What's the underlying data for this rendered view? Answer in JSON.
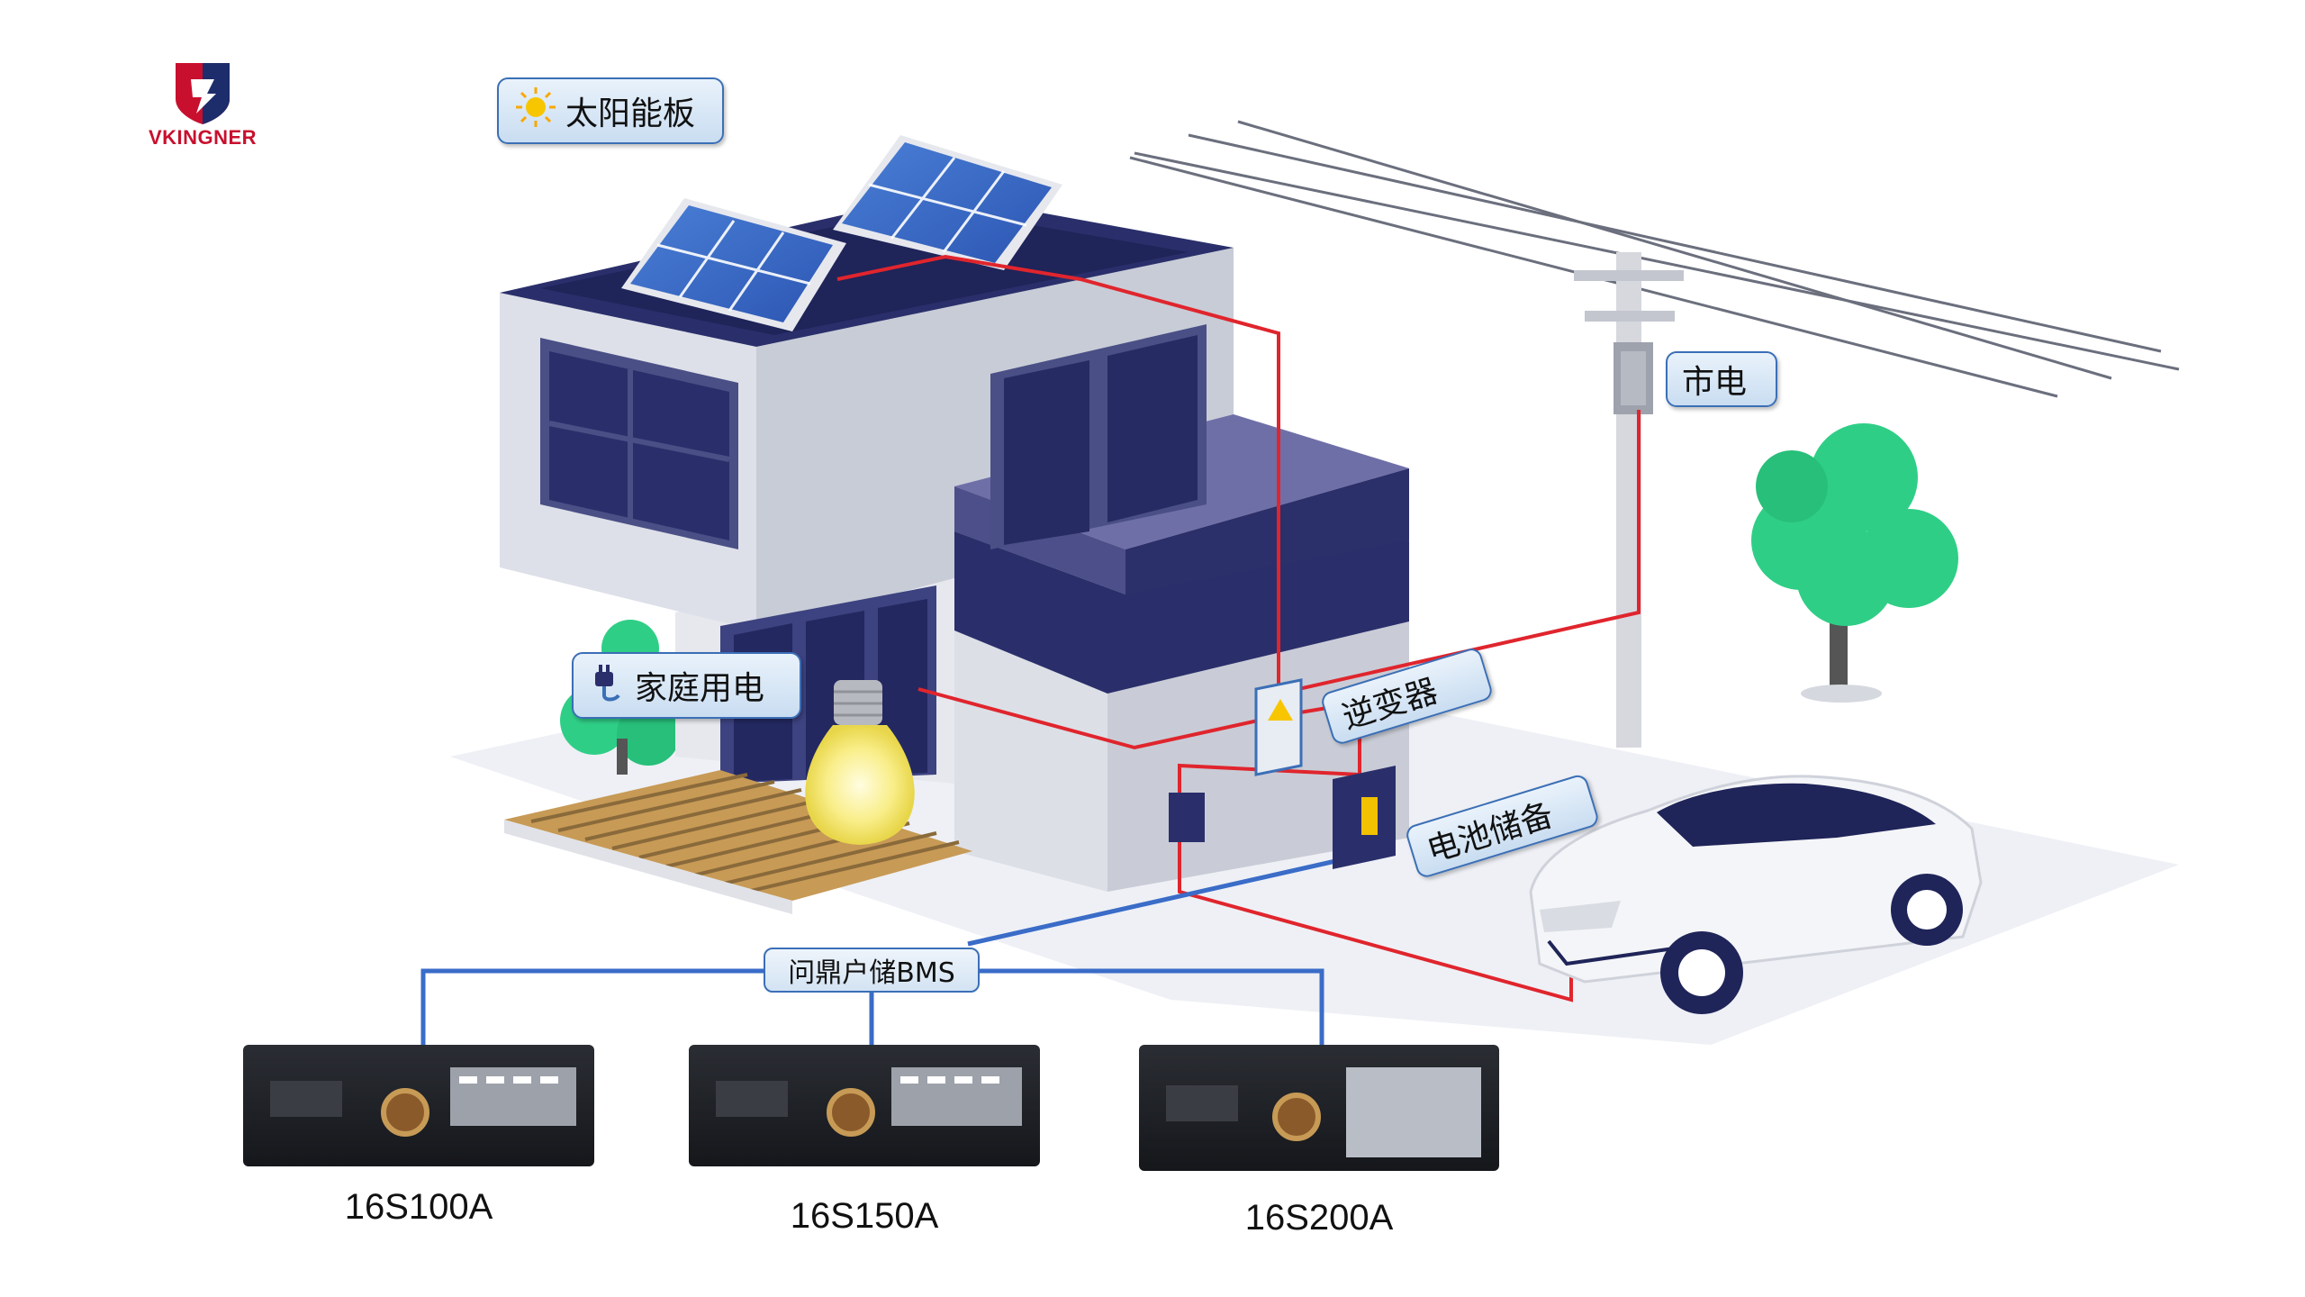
{
  "brand": {
    "name": "VKINGNER",
    "colors": {
      "red": "#c8102e",
      "navy": "#1d2c6b"
    }
  },
  "labels": {
    "solar": "太阳能板",
    "grid": "市电",
    "household": "家庭用电",
    "inverter": "逆变器",
    "battery": "电池储备",
    "bms": "问鼎户储BMS"
  },
  "products": [
    {
      "model": "16S100A"
    },
    {
      "model": "16S150A"
    },
    {
      "model": "16S200A"
    }
  ],
  "colors": {
    "power_line": "#e0252d",
    "data_line": "#3a6cc8",
    "roof": "#2a2f6b",
    "wall_light": "#e9ebf1",
    "wall_mid": "#d4d7e0",
    "wall_dark": "#bfc3cf",
    "tree": "#2fce86",
    "label_border": "#3b6fb6"
  },
  "icons": {
    "solar": "sun-icon",
    "household": "plug-icon",
    "inverter": "warning-icon",
    "battery": "battery-icon"
  }
}
